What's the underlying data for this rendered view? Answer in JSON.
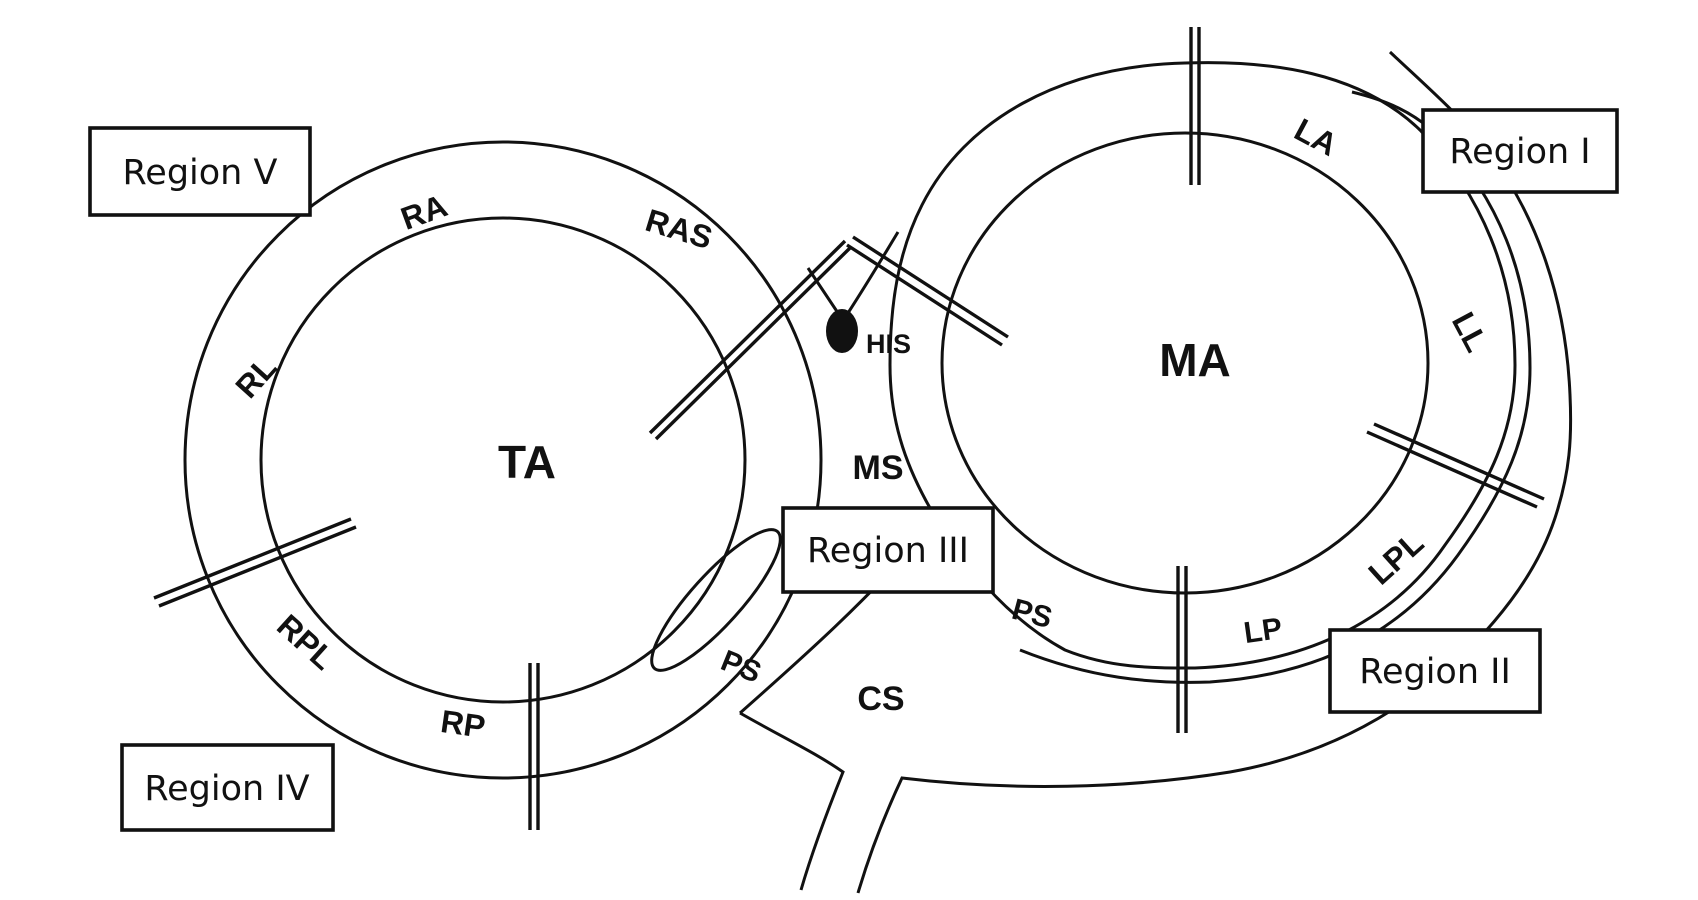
{
  "figure": {
    "description": "Schematic of tricuspid and mitral annuli with accessory-pathway regions",
    "colors": {
      "ink": "#111111",
      "background": "#ffffff"
    }
  },
  "annuli": {
    "tricuspid_label": "TA",
    "mitral_label": "MA"
  },
  "ta_segments": {
    "ra": "RA",
    "ras": "RAS",
    "rl": "RL",
    "rpl": "RPL",
    "rp": "RP",
    "ps": "PS"
  },
  "ma_segments": {
    "la": "LA",
    "ll": "LL",
    "lpl": "LPL",
    "lp": "LP",
    "ps": "PS"
  },
  "landmarks": {
    "his": "HIS",
    "ms": "MS",
    "cs": "CS"
  },
  "regions": {
    "r1": "Region I",
    "r2": "Region II",
    "r3": "Region III",
    "r4": "Region IV",
    "r5": "Region V"
  }
}
